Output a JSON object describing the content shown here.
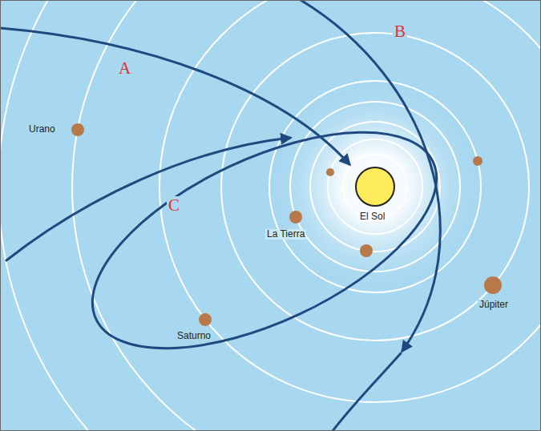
{
  "diagram": {
    "labels": [
      "A",
      "B",
      "C",
      "Urano",
      "El Sol",
      "La Tierra",
      "Saturno",
      "Júpiter"
    ]
  }
}
